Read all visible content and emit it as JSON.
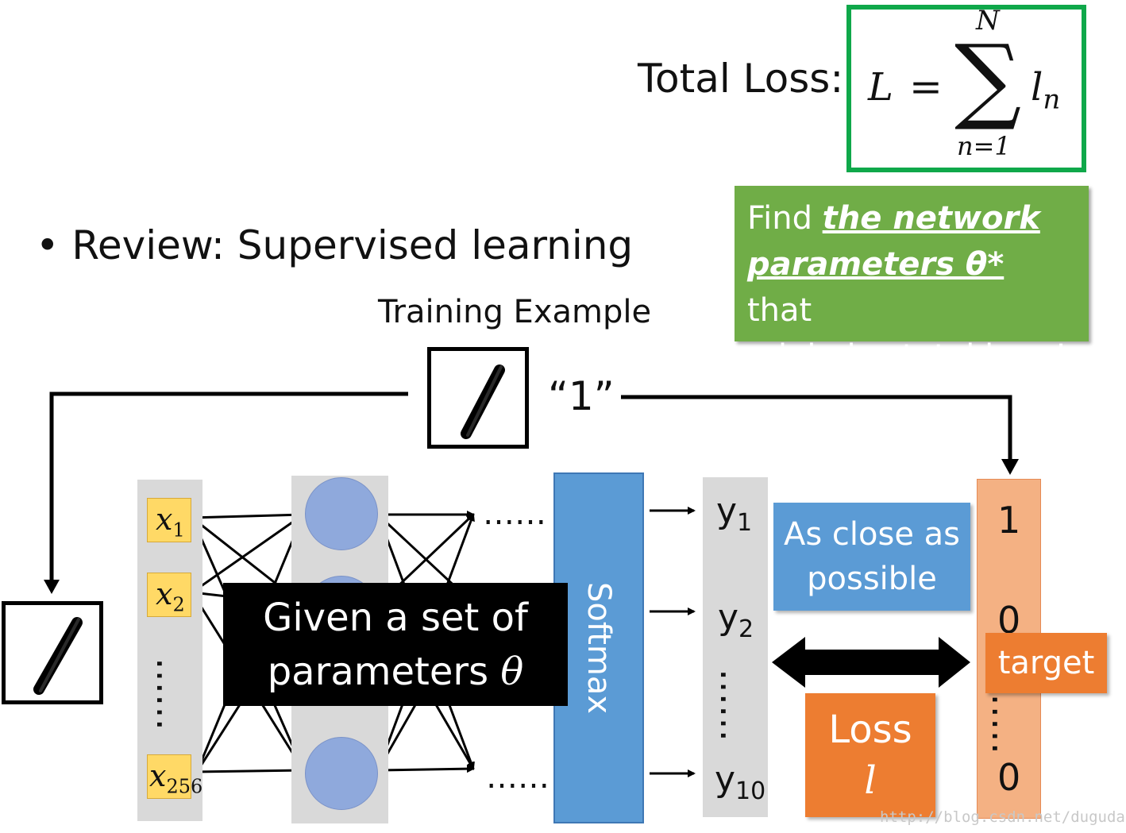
{
  "title": {
    "total_loss_label": "Total Loss:",
    "formula": {
      "lhs": "L",
      "equals": "=",
      "sum": "∑",
      "upper": "N",
      "lower": "n=1",
      "term": "l",
      "term_sub": "n"
    }
  },
  "callout_green": {
    "prefix": "Find ",
    "emphasis_line1": "the network",
    "emphasis_line2": "parameters θ*",
    "suffix": " that",
    "line3": "minimize total loss L"
  },
  "bullet": "• Review: Supervised learning",
  "training_example": "Training Example",
  "label_one": "“1”",
  "inputs": {
    "x1": {
      "base": "x",
      "sub": "1"
    },
    "x2": {
      "base": "x",
      "sub": "2"
    },
    "dots": "……",
    "x256": {
      "base": "x",
      "sub": "256"
    }
  },
  "hidden_dots": "……",
  "softmax": "Softmax",
  "outputs": {
    "y1": {
      "base": "y",
      "sub": "1"
    },
    "y2": {
      "base": "y",
      "sub": "2"
    },
    "dots": "……",
    "y10": {
      "base": "y",
      "sub": "10"
    }
  },
  "close_box": {
    "line1": "As close as",
    "line2": "possible"
  },
  "loss_box": {
    "line1": "Loss",
    "symbol": "l"
  },
  "target_values": {
    "v1": "1",
    "v2": "0",
    "dots": "……",
    "v3": "0"
  },
  "target_badge": "target",
  "given_box": {
    "line1": "Given a set of",
    "line2": "parameters",
    "theta": "θ"
  },
  "watermark": "http://blog.csdn.net/dugudaibo"
}
